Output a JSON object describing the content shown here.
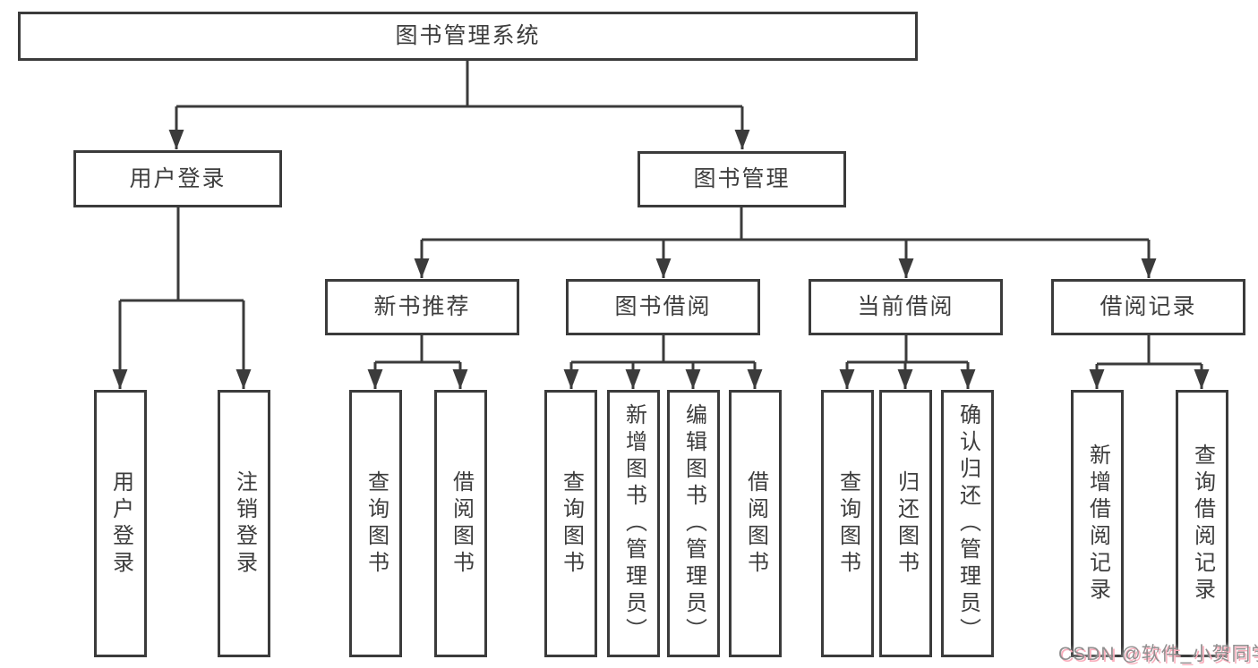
{
  "diagram": {
    "root": {
      "label": "图书管理系统"
    },
    "level2": {
      "user_login": {
        "label": "用户登录"
      },
      "book_mgmt": {
        "label": "图书管理"
      }
    },
    "level3": {
      "new_books": {
        "label": "新书推荐"
      },
      "borrow": {
        "label": "图书借阅"
      },
      "current": {
        "label": "当前借阅"
      },
      "records": {
        "label": "借阅记录"
      }
    },
    "leaves": {
      "user_login": [
        "用户登录",
        "注销登录"
      ],
      "new_books": [
        "查询图书",
        "借阅图书"
      ],
      "borrow": [
        "查询图书",
        "新增图书（管理员）",
        "编辑图书（管理员）",
        "借阅图书"
      ],
      "current": [
        "查询图书",
        "归还图书",
        "确认归还（管理员）"
      ],
      "records": [
        "新增借阅记录",
        "查询借阅记录"
      ]
    }
  },
  "watermark": {
    "text": "CSDN @软件_小贺同学"
  },
  "colors": {
    "line": "#3b3b3b",
    "text": "#3d3d3d",
    "background": "#ffffff",
    "watermark_gray": "#8f8f8f",
    "watermark_pink": "#f9aebc"
  }
}
